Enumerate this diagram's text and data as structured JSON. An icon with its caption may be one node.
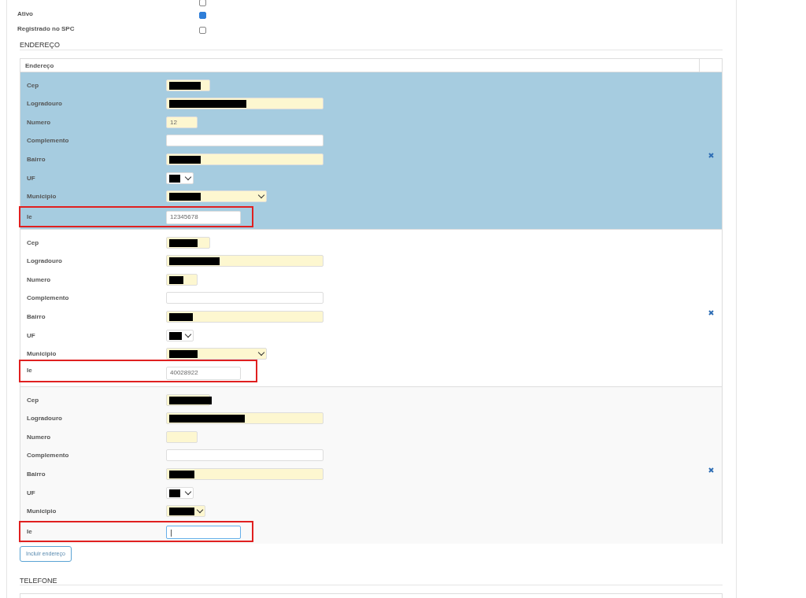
{
  "diagram": {
    "nodes": [
      {
        "text": [
          "Ie",
          "12345678"
        ]
      },
      {
        "text": [
          "Ie",
          "40028922"
        ]
      },
      {
        "text": [
          "Ie"
        ]
      }
    ],
    "labels": [
      "Ativo",
      "Registrado no SPC",
      "ENDEREÇO",
      "Endereço",
      "Cep",
      "Logradouro",
      "Numero",
      "12",
      "Complemento",
      "Bairro",
      "UF",
      "Municipio",
      "Cep",
      "Logradouro",
      "Numero",
      "Complemento",
      "Bairro",
      "UF",
      "Municipio",
      "Cep",
      "Logradouro",
      "Numero",
      "Complemento",
      "Bairro",
      "UF",
      "Municipio",
      "Incluir endereço",
      "TELEFONE"
    ]
  }
}
